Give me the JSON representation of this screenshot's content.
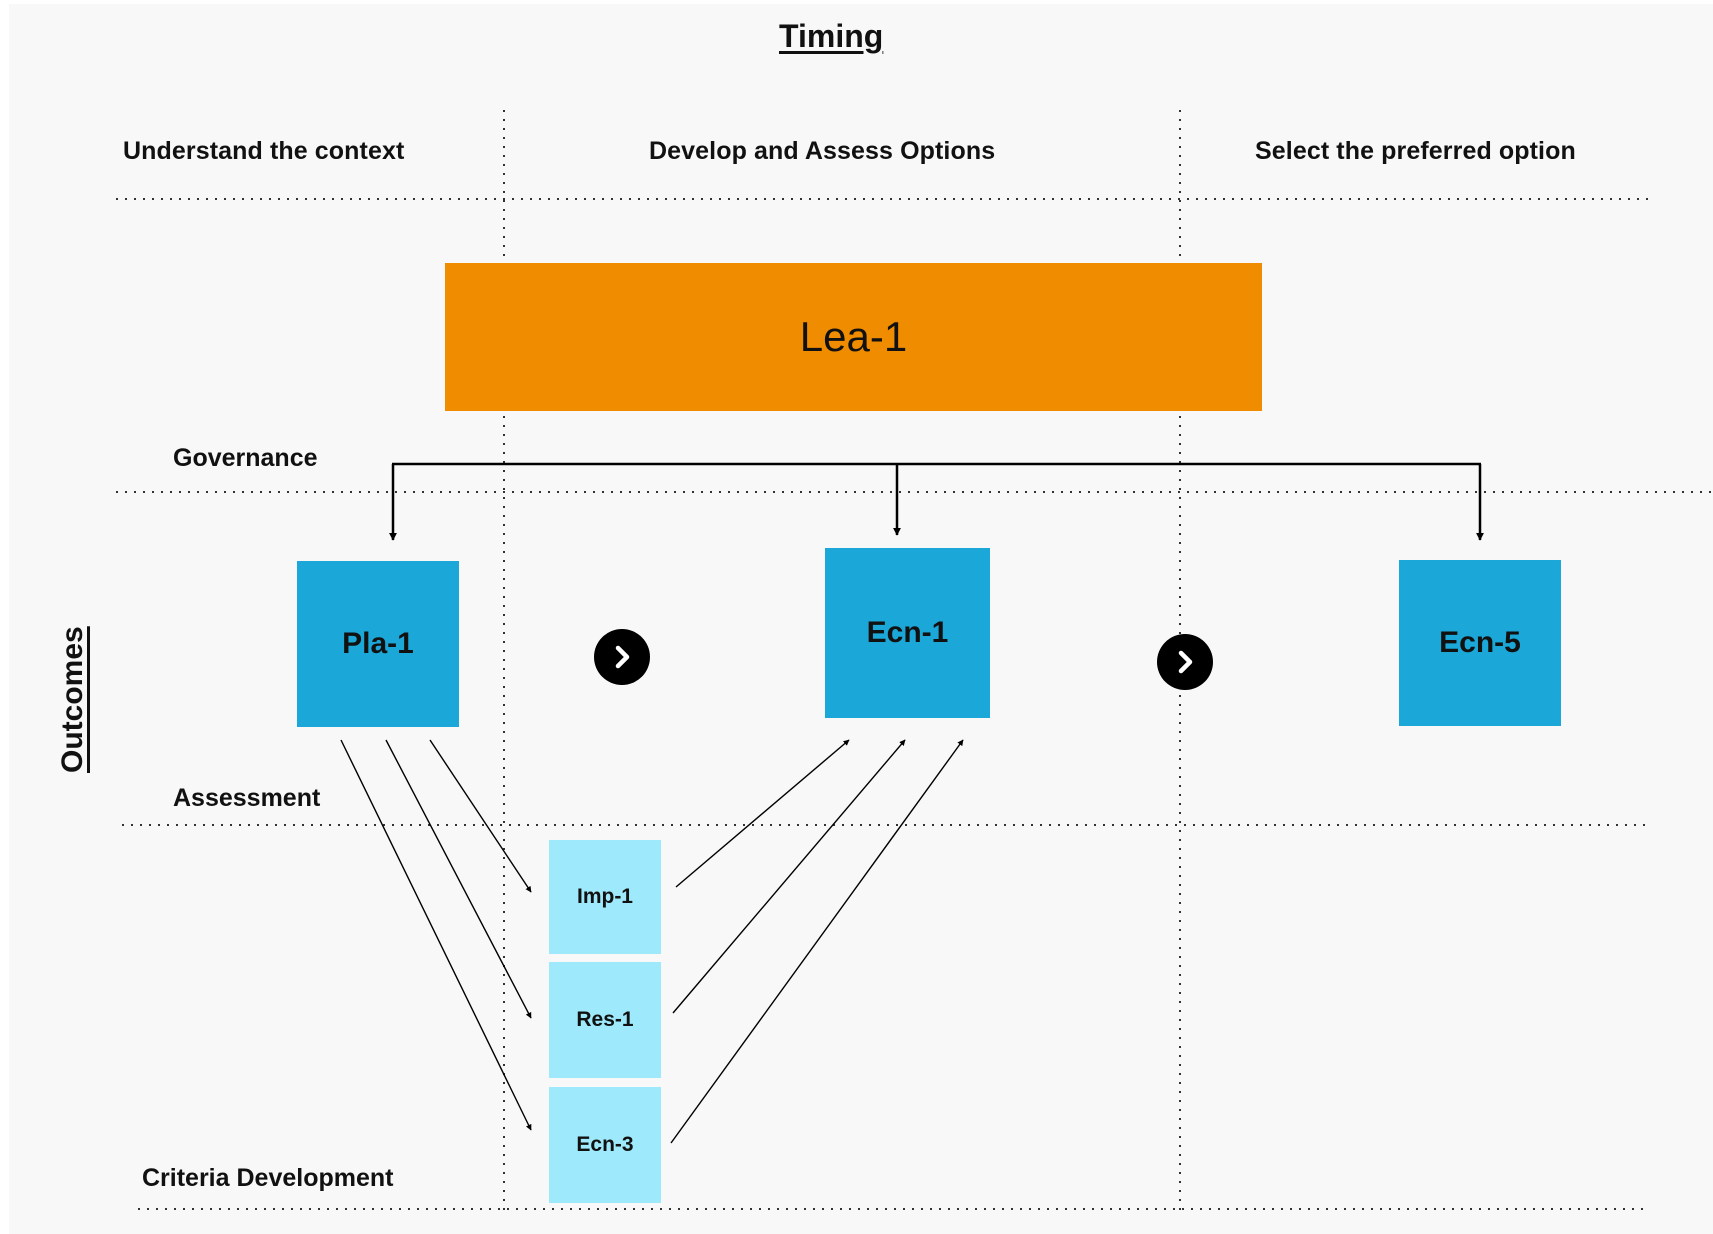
{
  "title": "Timing",
  "axis_label": "Outcomes",
  "columns": [
    "Understand the context",
    "Develop and Assess Options",
    "Select the preferred option"
  ],
  "rows": {
    "governance": "Governance",
    "assessment": "Assessment",
    "criteria_development": "Criteria Development"
  },
  "nodes": {
    "lead": "Lea-1",
    "pla1": "Pla-1",
    "ecn1": "Ecn-1",
    "ecn5": "Ecn-5",
    "imp1": "Imp-1",
    "res1": "Res-1",
    "ecn3": "Ecn-3"
  },
  "edges": [
    {
      "from": "Lea-1",
      "to": "Pla-1"
    },
    {
      "from": "Lea-1",
      "to": "Ecn-1"
    },
    {
      "from": "Lea-1",
      "to": "Ecn-5"
    },
    {
      "from": "Pla-1",
      "to": "Imp-1"
    },
    {
      "from": "Pla-1",
      "to": "Res-1"
    },
    {
      "from": "Pla-1",
      "to": "Ecn-3"
    },
    {
      "from": "Imp-1",
      "to": "Ecn-1"
    },
    {
      "from": "Res-1",
      "to": "Ecn-1"
    },
    {
      "from": "Ecn-3",
      "to": "Ecn-1"
    }
  ],
  "icons": {
    "step": "chevron-right-icon"
  },
  "colors": {
    "background": "#f8f8f8",
    "lead": "#f08c00",
    "outcome": "#1ba7d7",
    "criteria": "#9ee9fb",
    "lines": "#000000"
  }
}
